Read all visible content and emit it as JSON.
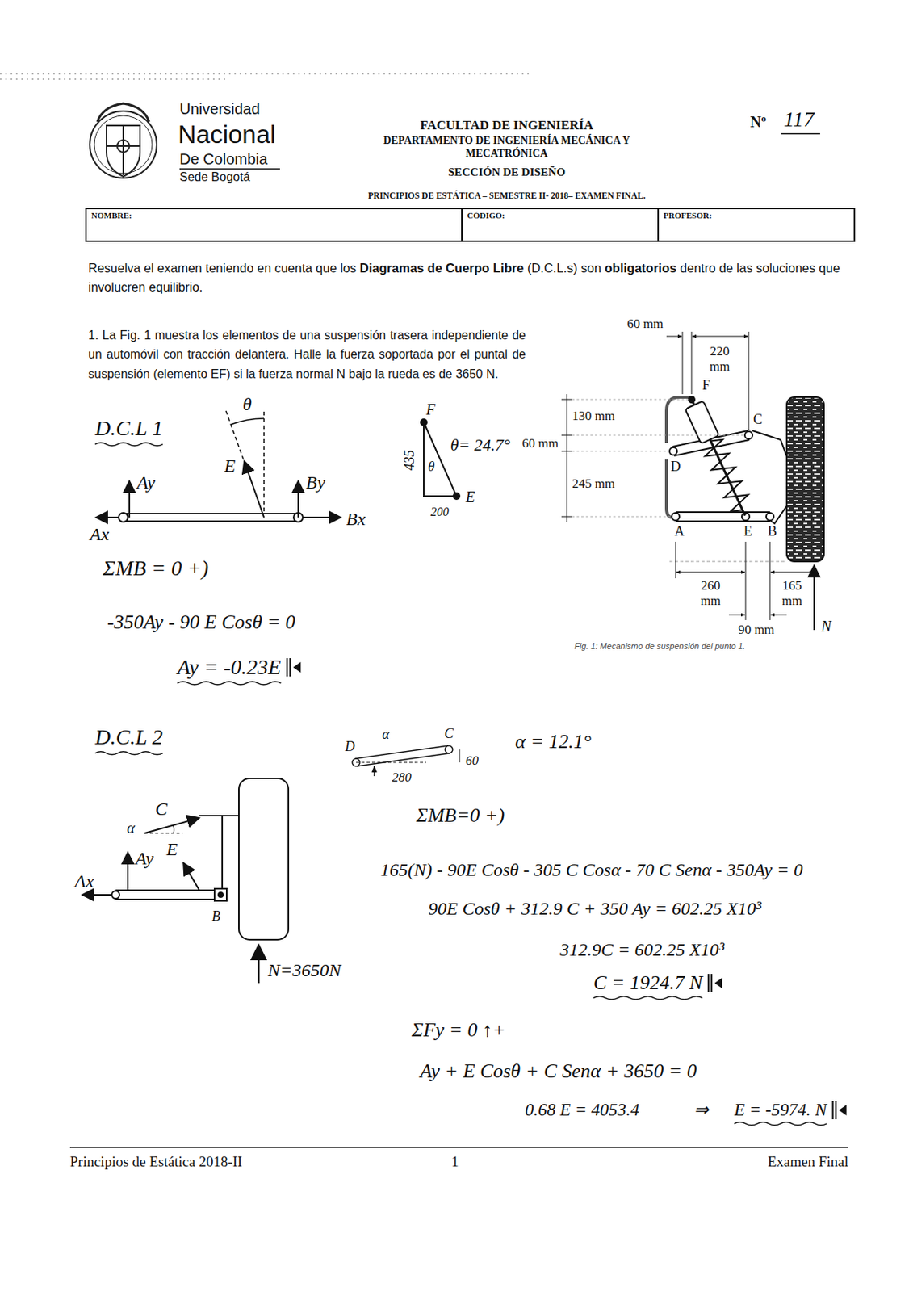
{
  "diagram": {
    "title": "PRINCIPIOS DE ESTÁTICA – SEMESTRE II- 2018– EXAMEN FINAL.",
    "caption": "Fig. 1: Mecanismo de suspensión del punto 1.",
    "nodes": [
      {
        "text": [
          "NOMBRE:"
        ]
      },
      {
        "text": [
          "CÓDIGO:"
        ]
      },
      {
        "text": [
          "PROFESOR:"
        ]
      }
    ],
    "labels": [
      "Universidad",
      "Nacional",
      "De Colombia",
      "Sede Bogotá",
      "FACULTAD DE INGENIERÍA",
      "DEPARTAMENTO DE INGENIERÍA MECÁNICA Y MECATRÓNICA",
      "SECCIÓN DE DISEÑO",
      "Nº",
      "117",
      "Resuelva el examen teniendo en cuenta que los",
      "Diagramas de Cuerpo Libre",
      "(D.C.L.s) son",
      "obligatorios",
      "dentro de las soluciones que involucren equilibrio.",
      "1. La Fig. 1 muestra los elementos de una suspensión trasera independiente de un automóvil con tracción delantera. Halle la fuerza soportada por el puntal de suspensión (elemento EF) si la fuerza normal N bajo la rueda es de 3650 N.",
      "60 mm",
      "220 mm",
      "F",
      "130 mm",
      "C",
      "60 mm",
      "D",
      "245 mm",
      "A",
      "E",
      "B",
      "260 mm",
      "165 mm",
      "90 mm",
      "N",
      "D.C.L 1",
      "θ",
      "E",
      "Ay",
      "By",
      "Ax",
      "Bx",
      "F",
      "θ= 24.7°",
      "435",
      "θ",
      "E",
      "200",
      "ΣMB = 0 +)",
      "-350Ay - 90 E Cosθ = 0",
      "Ay = -0.23E",
      "D.C.L 2",
      "D",
      "α",
      "C",
      "60",
      "280",
      "α = 12.1°",
      "C",
      "α",
      "Ay",
      "E",
      "Ax",
      "B",
      "N=3650N",
      "ΣMB=0 +)",
      "165(N) - 90E Cosθ - 305 C Cosα - 70 C Senα - 350Ay = 0",
      "90E Cosθ + 312.9 C + 350 Ay = 602.25 X10³",
      "312.9C = 602.25 X10³",
      "C = 1924.7 N",
      "ΣFy = 0 ↑+",
      "Ay + E Cosθ + C Senα + 3650 = 0",
      "0.68 E = 4053.4",
      "⇒",
      "E = -5974. N",
      "Principios de Estática 2018-II",
      "1",
      "Examen Final"
    ]
  }
}
